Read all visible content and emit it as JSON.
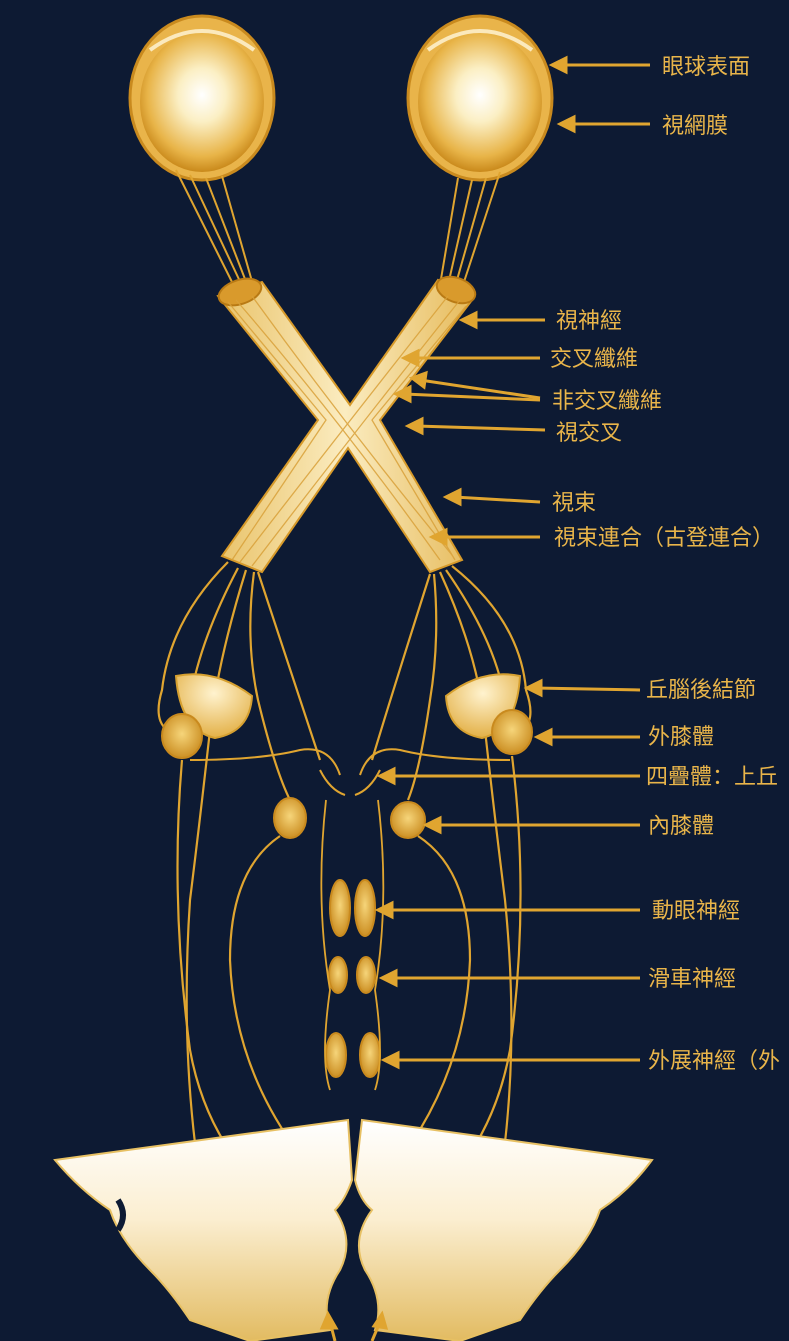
{
  "colors": {
    "background": "#0d1a33",
    "gold": "#e0a530",
    "gold_light": "#f3d98f",
    "cream": "#fbf2d6",
    "label": "#e9b54a"
  },
  "labels": {
    "eyeball_surface": "眼球表面",
    "retina": "視網膜",
    "optic_nerve": "視神經",
    "crossed_fibers": "交叉纖維",
    "uncrossed_fibers": "非交叉纖維",
    "optic_chiasm": "視交叉",
    "optic_tract": "視束",
    "tract_commissure": "視束連合（古登連合）",
    "pulvinar": "丘腦後結節",
    "lgn": "外膝體",
    "superior_colliculus": "四疊體：上丘",
    "mgn": "內膝體",
    "oculomotor_nerve": "動眼神經",
    "trochlear_nerve": "滑車神經",
    "abducens_nerve": "外展神經（外"
  }
}
